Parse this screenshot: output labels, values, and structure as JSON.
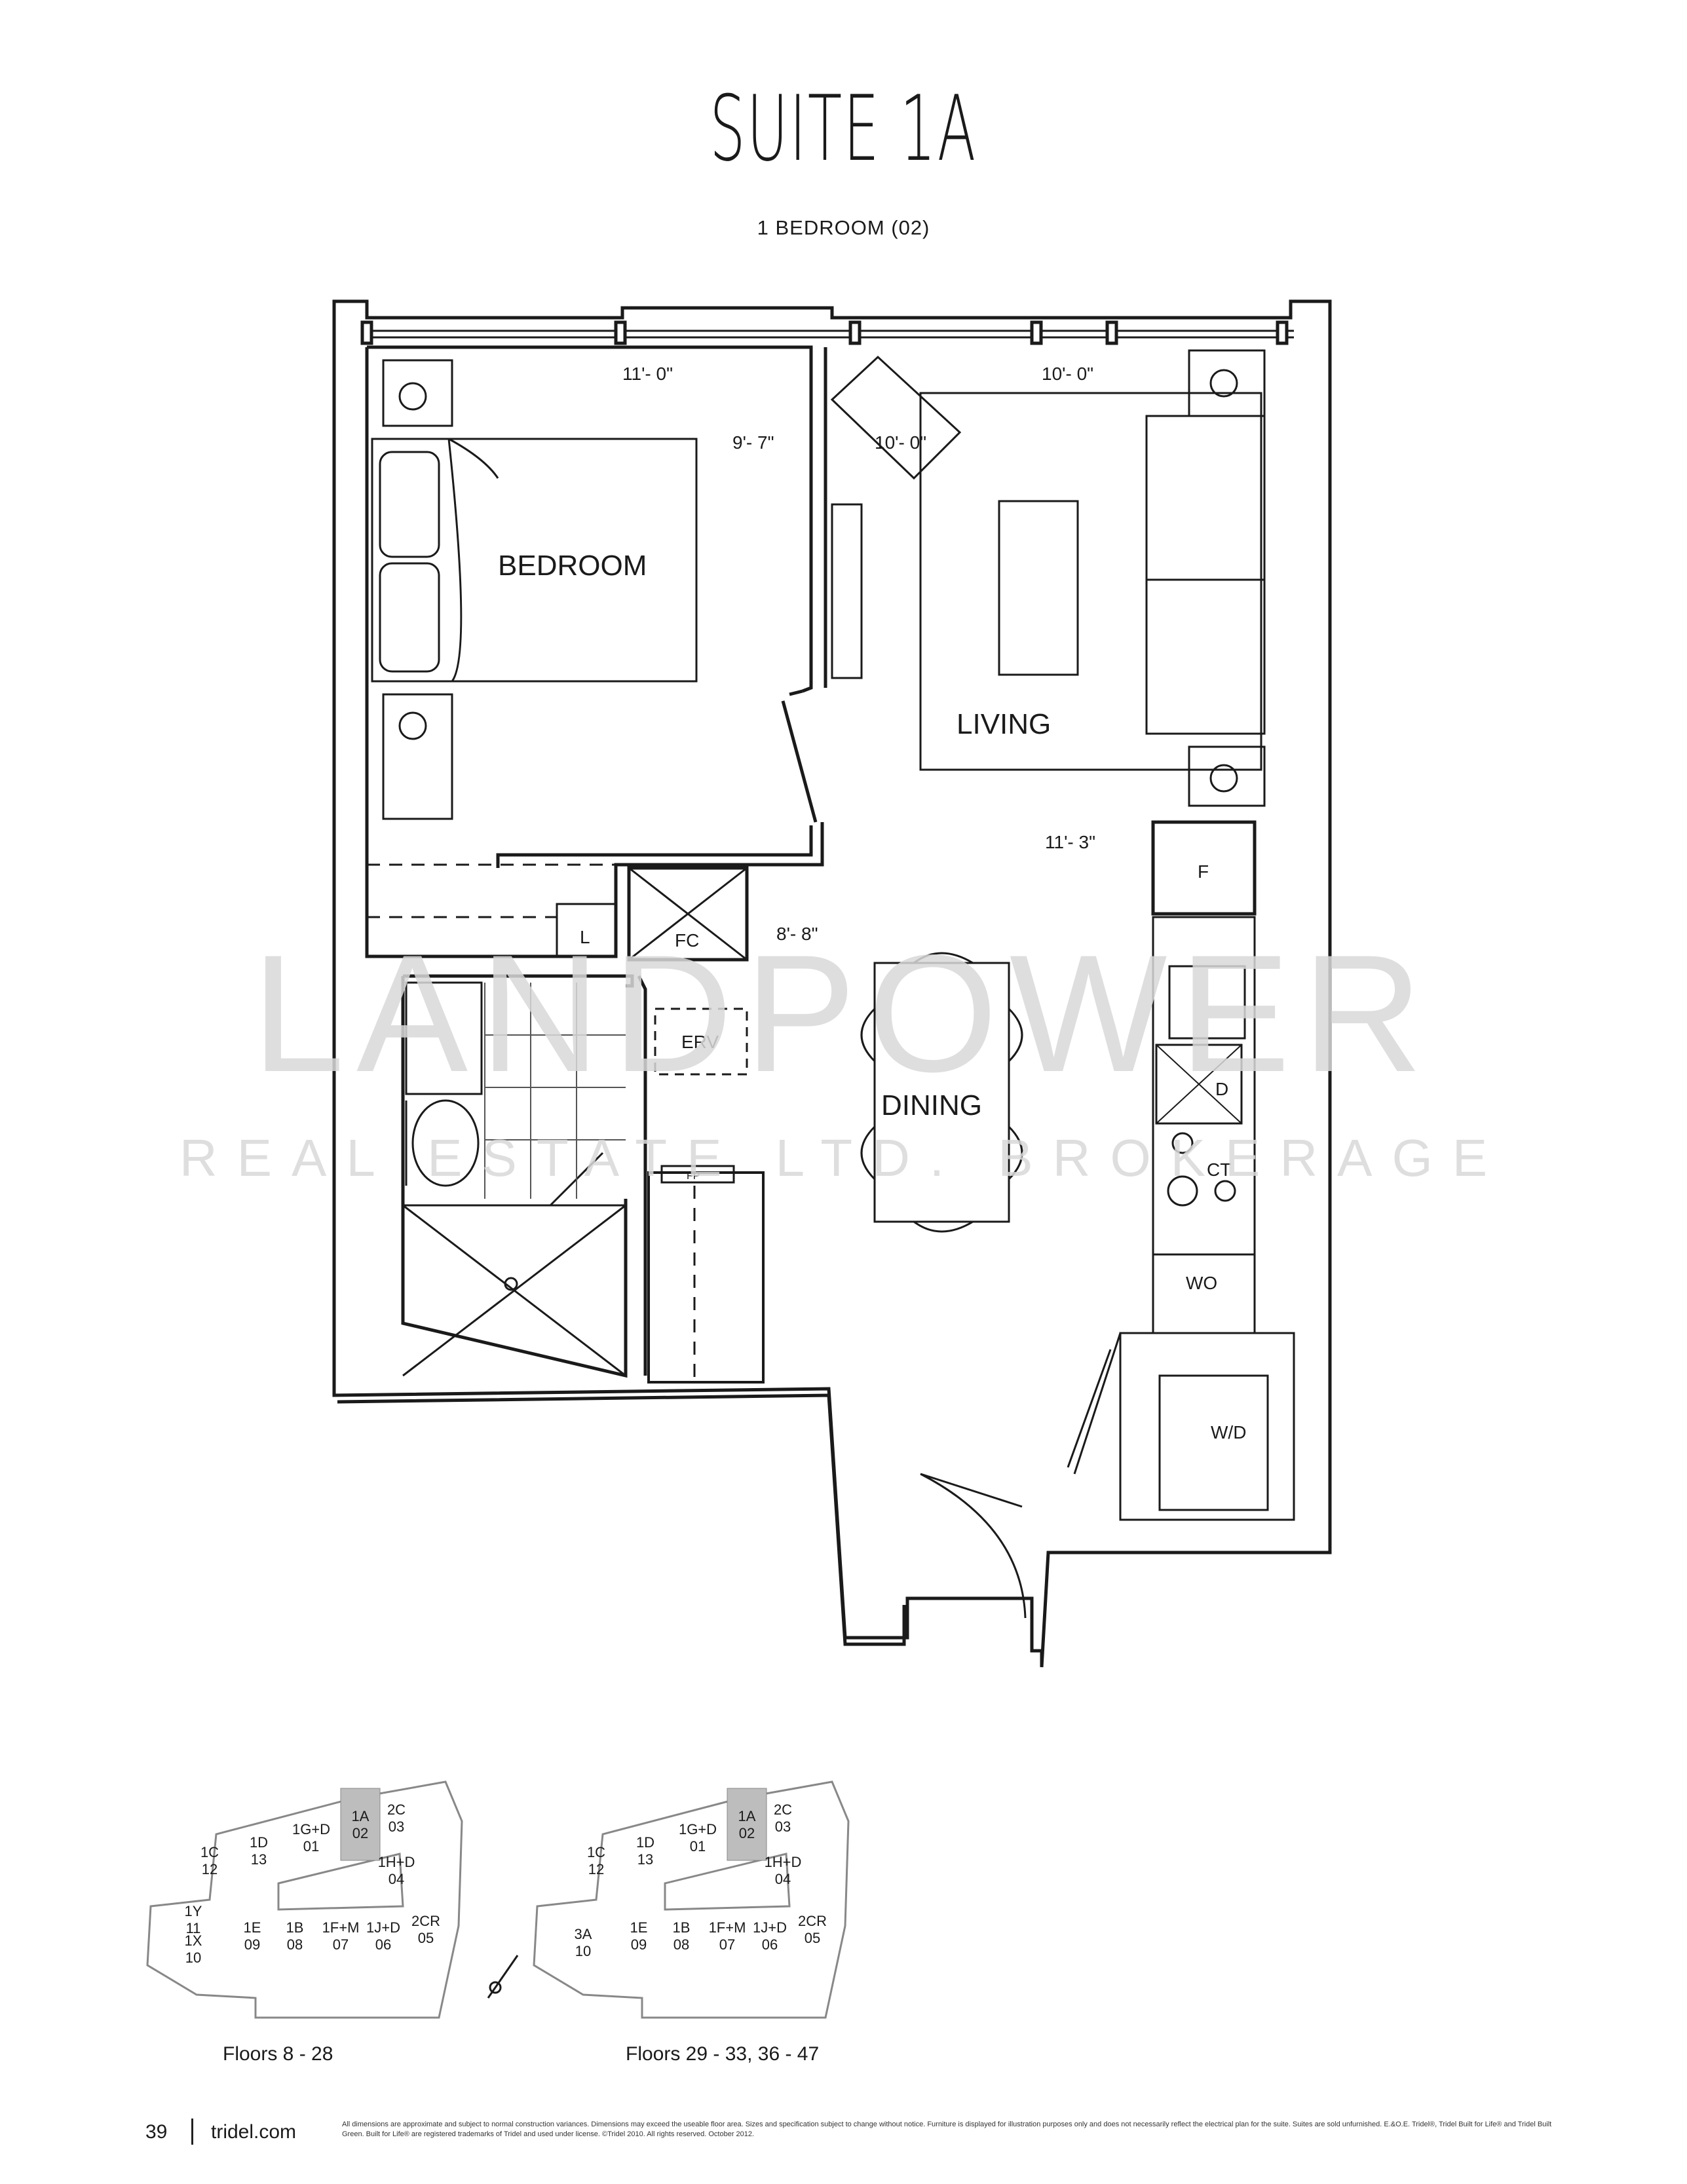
{
  "title": "SUITE 1A",
  "subtitle": "1 BEDROOM (02)",
  "rooms": {
    "bedroom": "BEDROOM",
    "living": "LIVING",
    "dining": "DINING"
  },
  "dimensions": {
    "bedroom_width": "11'- 0\"",
    "bedroom_depth": "9'- 7\"",
    "living_width": "10'- 0\"",
    "living_depth": "10'- 0\"",
    "dining_depth": "11'- 3\"",
    "dining_width": "8'- 8\""
  },
  "fixtures": {
    "linen": "L",
    "fan_coil": "FC",
    "erv": "ERV",
    "fridge": "F",
    "dishwasher": "D",
    "cooktop": "CT",
    "wall_oven": "WO",
    "washer_dryer": "W/D",
    "fp": "FP"
  },
  "watermark": {
    "main": "LANDPOWER",
    "sub": "REAL ESTATE LTD.   BROKERAGE"
  },
  "keyplans": [
    {
      "caption": "Floors 8 - 28",
      "units": [
        {
          "name": "1A",
          "num": "02",
          "highlight": true
        },
        {
          "name": "2C",
          "num": "03"
        },
        {
          "name": "1G+D",
          "num": "01"
        },
        {
          "name": "1D",
          "num": "13"
        },
        {
          "name": "1C",
          "num": "12"
        },
        {
          "name": "1H+D",
          "num": "04"
        },
        {
          "name": "1Y",
          "num": "11"
        },
        {
          "name": "1X",
          "num": "10"
        },
        {
          "name": "1E",
          "num": "09"
        },
        {
          "name": "1B",
          "num": "08"
        },
        {
          "name": "1F+M",
          "num": "07"
        },
        {
          "name": "1J+D",
          "num": "06"
        },
        {
          "name": "2CR",
          "num": "05"
        }
      ]
    },
    {
      "caption": "Floors 29 - 33, 36 - 47",
      "units": [
        {
          "name": "1A",
          "num": "02",
          "highlight": true
        },
        {
          "name": "2C",
          "num": "03"
        },
        {
          "name": "1G+D",
          "num": "01"
        },
        {
          "name": "1D",
          "num": "13"
        },
        {
          "name": "1C",
          "num": "12"
        },
        {
          "name": "1H+D",
          "num": "04"
        },
        {
          "name": "3A",
          "num": "10"
        },
        {
          "name": "1E",
          "num": "09"
        },
        {
          "name": "1B",
          "num": "08"
        },
        {
          "name": "1F+M",
          "num": "07"
        },
        {
          "name": "1J+D",
          "num": "06"
        },
        {
          "name": "2CR",
          "num": "05"
        }
      ]
    }
  ],
  "footer": {
    "page_number": "39",
    "site": "tridel.com",
    "disclaimer": "All dimensions are approximate and subject to normal construction variances. Dimensions may exceed the useable floor area. Sizes and specification subject to change without notice. Furniture is displayed for illustration purposes only and does not necessarily reflect the electrical plan for the suite. Suites are sold unfurnished. E.&O.E. Tridel®, Tridel Built for Life® and Tridel Built Green. Built for Life® are registered trademarks of Tridel and used under license. ©Tridel 2010. All rights reserved. October 2012."
  },
  "colors": {
    "line": "#1a1a1a",
    "highlight": "#bdbdbd",
    "watermark": "#d9d9d9"
  }
}
